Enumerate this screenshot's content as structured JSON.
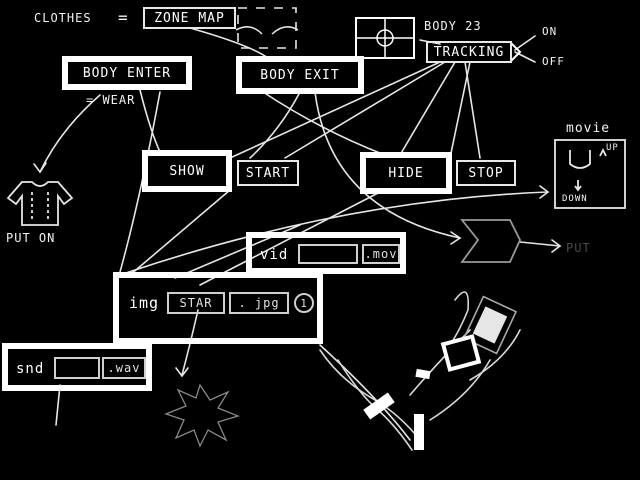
{
  "header": {
    "clothes": "CLOTHES",
    "equals": "=",
    "zone_map": "ZONE MAP"
  },
  "tracking": {
    "body_label": "BODY 23",
    "tracking_label": "TRACKING",
    "on_label": "ON",
    "off_label": "OFF"
  },
  "events": {
    "body_enter": "BODY ENTER",
    "body_exit": "BODY EXIT",
    "wear_note": "= WEAR"
  },
  "actions": {
    "show": "SHOW",
    "start": "START",
    "hide": "HIDE",
    "stop": "STOP"
  },
  "media": {
    "vid_prefix": "vid",
    "vid_ext": ".mov",
    "img_prefix": "img",
    "img_name": "STAR",
    "img_ext": ". jpg",
    "img_index": "1",
    "snd_prefix": "snd",
    "snd_ext": ".wav"
  },
  "outputs": {
    "put_on": "PUT ON",
    "movie": "movie",
    "up": "UP",
    "down": "DOWN",
    "put_faint": "PUT"
  },
  "colors": {
    "background": "#000000",
    "chalk": "#ffffff"
  }
}
